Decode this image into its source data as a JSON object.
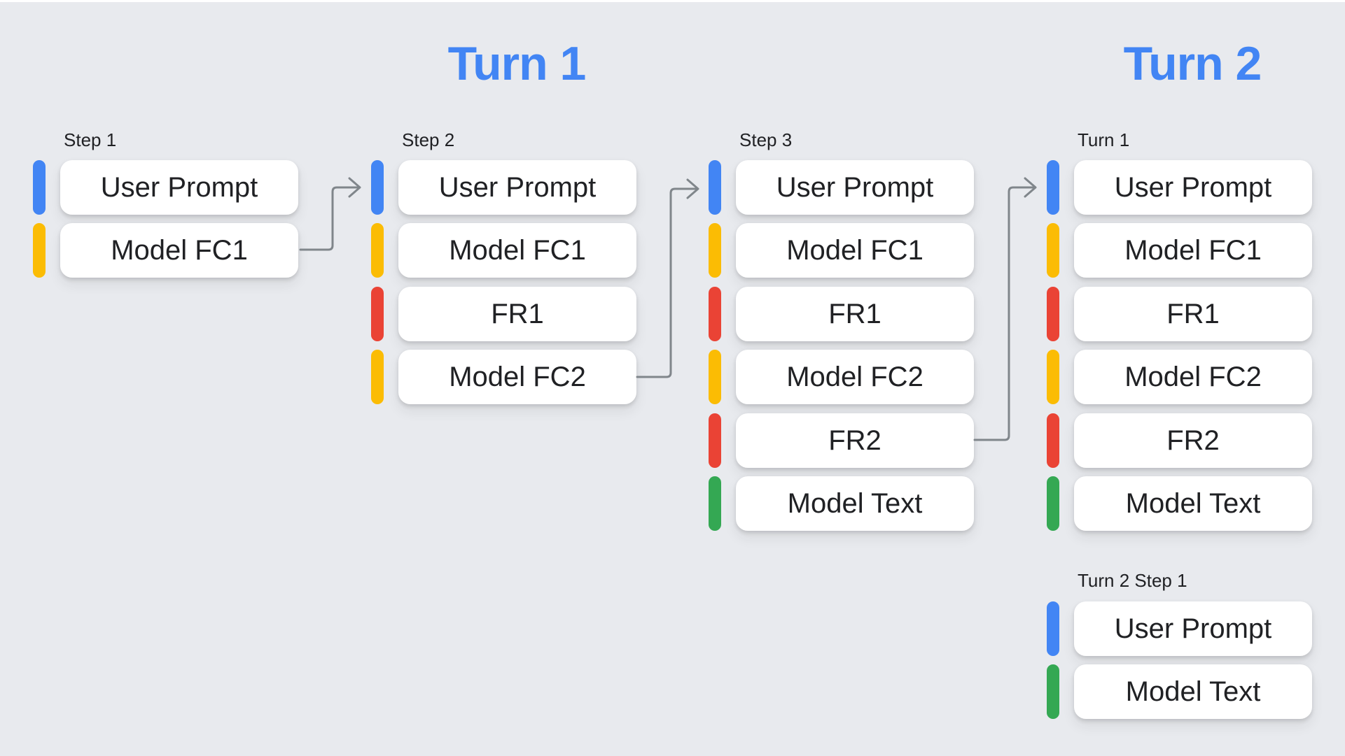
{
  "colors": {
    "background": "#E8EAEE",
    "card": "#FFFFFF",
    "text": "#202124",
    "title": "#4285F4",
    "arrow": "#80868B",
    "blue": "#4285F4",
    "yellow": "#FBBC04",
    "red": "#EA4335",
    "green": "#34A853"
  },
  "titles": {
    "turn1": "Turn 1",
    "turn2": "Turn 2"
  },
  "groups": [
    {
      "label": "Step 1",
      "cards": [
        {
          "label": "User Prompt",
          "color": "blue"
        },
        {
          "label": "Model FC1",
          "color": "yellow"
        }
      ]
    },
    {
      "label": "Step 2",
      "cards": [
        {
          "label": "User Prompt",
          "color": "blue"
        },
        {
          "label": "Model FC1",
          "color": "yellow"
        },
        {
          "label": "FR1",
          "color": "red"
        },
        {
          "label": "Model FC2",
          "color": "yellow"
        }
      ]
    },
    {
      "label": "Step 3",
      "cards": [
        {
          "label": "User Prompt",
          "color": "blue"
        },
        {
          "label": "Model FC1",
          "color": "yellow"
        },
        {
          "label": "FR1",
          "color": "red"
        },
        {
          "label": "Model FC2",
          "color": "yellow"
        },
        {
          "label": "FR2",
          "color": "red"
        },
        {
          "label": "Model Text",
          "color": "green"
        }
      ]
    },
    {
      "label": "Turn 1",
      "cards": [
        {
          "label": "User Prompt",
          "color": "blue"
        },
        {
          "label": "Model FC1",
          "color": "yellow"
        },
        {
          "label": "FR1",
          "color": "red"
        },
        {
          "label": "Model FC2",
          "color": "yellow"
        },
        {
          "label": "FR2",
          "color": "red"
        },
        {
          "label": "Model Text",
          "color": "green"
        }
      ]
    },
    {
      "label": "Turn 2 Step 1",
      "cards": [
        {
          "label": "User Prompt",
          "color": "blue"
        },
        {
          "label": "Model Text",
          "color": "green"
        }
      ]
    }
  ]
}
